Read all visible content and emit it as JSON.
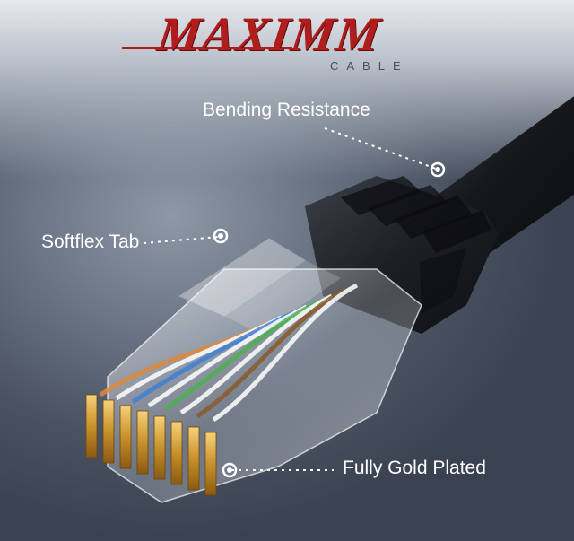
{
  "brand": {
    "name": "MAXIMM",
    "subtitle": "CABLE"
  },
  "callouts": {
    "bending": "Bending Resistance",
    "softflex": "Softflex Tab",
    "gold": "Fully Gold Plated"
  },
  "colors": {
    "brand_red": "#b11d1d",
    "cable_black": "#16181c",
    "gold": "#d4a43a",
    "label_white": "#ffffff"
  },
  "wire_colors": [
    "#e08a3a",
    "#ffffff",
    "#3f7fd6",
    "#ffffff",
    "#4caf50",
    "#ffffff",
    "#8a5a2b",
    "#ffffff"
  ]
}
